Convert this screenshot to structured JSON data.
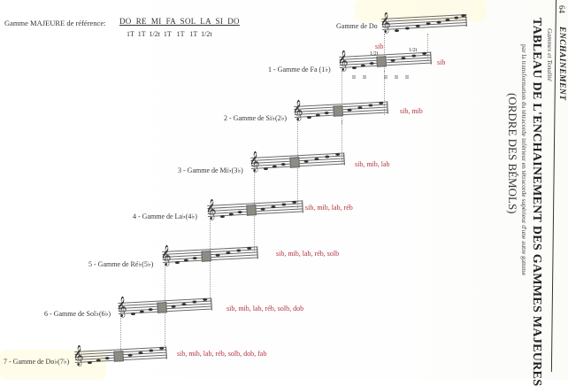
{
  "reference": {
    "label": "Gamme MAJEURE de référence:",
    "notes": "DO  RE  MI  FA  SOL  LA  SI  DO",
    "intervals": "1T  1T  1/2t  1T   1T   1T  1/2t"
  },
  "header": {
    "page_number": "64",
    "section": "ENCHAINEMENT",
    "subsection": "Gammes et Tonalité",
    "title": "TABLEAU DE L'ENCHAINEMENT DES GAMMES MAJEURES",
    "subtitle": "par la transformation du tétracorde inférieur en tétracorde supérieur d'une autre gamme",
    "order": "(ORDRE DES BÉMOLS)"
  },
  "annotations": {
    "sib_top": "sib",
    "half_tone_1": "1/2t",
    "half_tone_2": "1/2t",
    "tone_marks": [
      "II",
      "II",
      "II",
      "II",
      "II"
    ]
  },
  "scales": [
    {
      "label": "Gamme de Do",
      "flats": ""
    },
    {
      "label": "1 - Gamme de Fa (1♭)",
      "flats": "sib"
    },
    {
      "label": "2 - Gamme de Si♭(2♭)",
      "flats": "sib, mib"
    },
    {
      "label": "3 - Gamme de Mi♭(3♭)",
      "flats": "sib, mib, lab"
    },
    {
      "label": "4 - Gamme de La♭(4♭)",
      "flats": "sib, mib, lab, réb"
    },
    {
      "label": "5 - Gamme de Ré♭(5♭)",
      "flats": "sib, mib, lab, réb, solb"
    },
    {
      "label": "6 - Gamme de Sol♭(6♭)",
      "flats": "sib, mib, lab, réb, solb, dob"
    },
    {
      "label": "7 - Gamme de Do♭(7♭)",
      "flats": "sib, mib, lab, réb, solb, dob, fab"
    }
  ],
  "colors": {
    "flat_text": "#b2323c",
    "staff": "#6a6a6a",
    "highlight_box": "#8c8c84"
  }
}
